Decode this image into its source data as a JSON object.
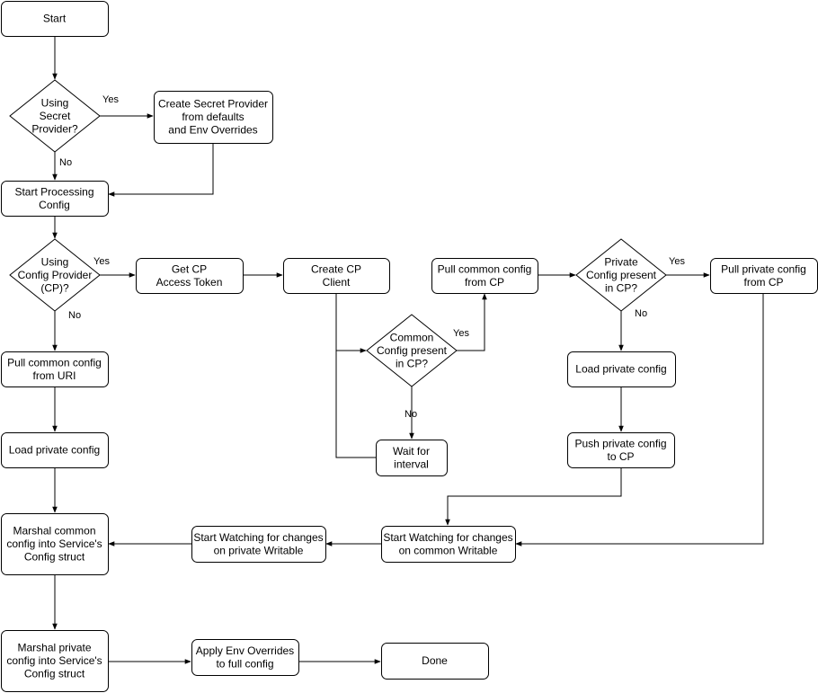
{
  "nodes": {
    "start": {
      "lines": [
        "Start"
      ],
      "shape": "process"
    },
    "using_secret_provider": {
      "lines": [
        "Using",
        "Secret",
        "Provider?"
      ],
      "shape": "decision"
    },
    "create_secret_provider": {
      "lines": [
        "Create Secret Provider",
        "from defaults",
        "and Env Overrides"
      ],
      "shape": "process"
    },
    "start_processing": {
      "lines": [
        "Start Processing",
        "Config"
      ],
      "shape": "process"
    },
    "using_config_provider": {
      "lines": [
        "Using",
        "Config Provider",
        "(CP)?"
      ],
      "shape": "decision"
    },
    "get_cp_token": {
      "lines": [
        "Get CP",
        "Access Token"
      ],
      "shape": "process"
    },
    "create_cp_client": {
      "lines": [
        "Create CP",
        "Client"
      ],
      "shape": "process"
    },
    "common_config_present": {
      "lines": [
        "Common",
        "Config present",
        "in CP?"
      ],
      "shape": "decision"
    },
    "wait_for_interval": {
      "lines": [
        "Wait for",
        "interval"
      ],
      "shape": "process"
    },
    "pull_common_cp": {
      "lines": [
        "Pull common config",
        "from CP"
      ],
      "shape": "process"
    },
    "private_config_present": {
      "lines": [
        "Private",
        "Config present",
        "in CP?"
      ],
      "shape": "decision"
    },
    "pull_private_cp": {
      "lines": [
        "Pull private config",
        "from CP"
      ],
      "shape": "process"
    },
    "load_private_cp_branch": {
      "lines": [
        "Load private config"
      ],
      "shape": "process"
    },
    "push_private_cp": {
      "lines": [
        "Push private config",
        "to CP"
      ],
      "shape": "process"
    },
    "pull_common_uri": {
      "lines": [
        "Pull common config",
        "from URI"
      ],
      "shape": "process"
    },
    "load_private_local": {
      "lines": [
        "Load private config"
      ],
      "shape": "process"
    },
    "marshal_common": {
      "lines": [
        "Marshal common",
        "config into Service's",
        "Config struct"
      ],
      "shape": "process"
    },
    "watch_private_writable": {
      "lines": [
        "Start Watching for changes",
        "on private Writable"
      ],
      "shape": "process"
    },
    "watch_common_writable": {
      "lines": [
        "Start Watching for changes",
        "on common Writable"
      ],
      "shape": "process"
    },
    "marshal_private": {
      "lines": [
        "Marshal private",
        "config into Service's",
        "Config struct"
      ],
      "shape": "process"
    },
    "apply_env_overrides": {
      "lines": [
        "Apply Env Overrides",
        "to full config"
      ],
      "shape": "process"
    },
    "done": {
      "lines": [
        "Done"
      ],
      "shape": "process"
    }
  },
  "edges": [
    {
      "from": "start",
      "to": "using_secret_provider",
      "label": ""
    },
    {
      "from": "using_secret_provider",
      "to": "create_secret_provider",
      "label": "Yes"
    },
    {
      "from": "using_secret_provider",
      "to": "start_processing",
      "label": "No"
    },
    {
      "from": "create_secret_provider",
      "to": "start_processing",
      "label": ""
    },
    {
      "from": "start_processing",
      "to": "using_config_provider",
      "label": ""
    },
    {
      "from": "using_config_provider",
      "to": "get_cp_token",
      "label": "Yes"
    },
    {
      "from": "using_config_provider",
      "to": "pull_common_uri",
      "label": "No"
    },
    {
      "from": "get_cp_token",
      "to": "create_cp_client",
      "label": ""
    },
    {
      "from": "create_cp_client",
      "to": "common_config_present",
      "label": ""
    },
    {
      "from": "common_config_present",
      "to": "pull_common_cp",
      "label": "Yes"
    },
    {
      "from": "common_config_present",
      "to": "wait_for_interval",
      "label": "No"
    },
    {
      "from": "wait_for_interval",
      "to": "common_config_present",
      "label": ""
    },
    {
      "from": "pull_common_cp",
      "to": "private_config_present",
      "label": ""
    },
    {
      "from": "private_config_present",
      "to": "pull_private_cp",
      "label": "Yes"
    },
    {
      "from": "private_config_present",
      "to": "load_private_cp_branch",
      "label": "No"
    },
    {
      "from": "load_private_cp_branch",
      "to": "push_private_cp",
      "label": ""
    },
    {
      "from": "push_private_cp",
      "to": "watch_common_writable",
      "label": ""
    },
    {
      "from": "pull_private_cp",
      "to": "watch_common_writable",
      "label": ""
    },
    {
      "from": "watch_common_writable",
      "to": "watch_private_writable",
      "label": ""
    },
    {
      "from": "watch_private_writable",
      "to": "marshal_common",
      "label": ""
    },
    {
      "from": "pull_common_uri",
      "to": "load_private_local",
      "label": ""
    },
    {
      "from": "load_private_local",
      "to": "marshal_common",
      "label": ""
    },
    {
      "from": "marshal_common",
      "to": "marshal_private",
      "label": ""
    },
    {
      "from": "marshal_private",
      "to": "apply_env_overrides",
      "label": ""
    },
    {
      "from": "apply_env_overrides",
      "to": "done",
      "label": ""
    }
  ]
}
